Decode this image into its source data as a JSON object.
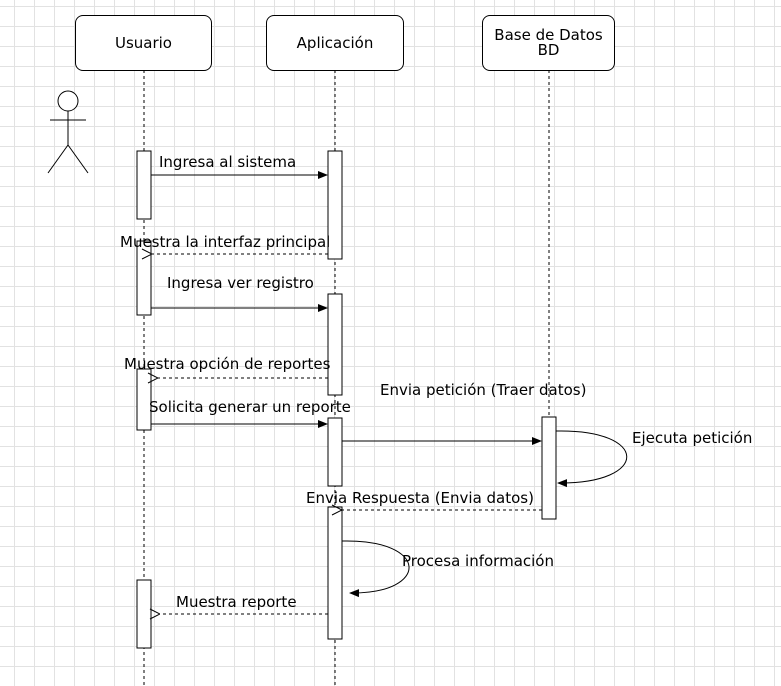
{
  "participants": [
    {
      "id": "user",
      "label": "Usuario"
    },
    {
      "id": "app",
      "label": "Aplicación"
    },
    {
      "id": "db",
      "label_line1": "Base de Datos",
      "label_line2": "BD"
    }
  ],
  "messages": {
    "m1": "Ingresa al sistema",
    "m2": "Muestra la interfaz principal",
    "m3": "Ingresa ver registro",
    "m4": "Muestra opción de reportes",
    "m5": "Solicita generar un reporte",
    "m6": "Envia petición (Traer datos)",
    "m7": "Ejecuta petición",
    "m8": "Envia Respuesta (Envia datos)",
    "m9": "Procesa información",
    "m10": "Muestra reporte"
  }
}
